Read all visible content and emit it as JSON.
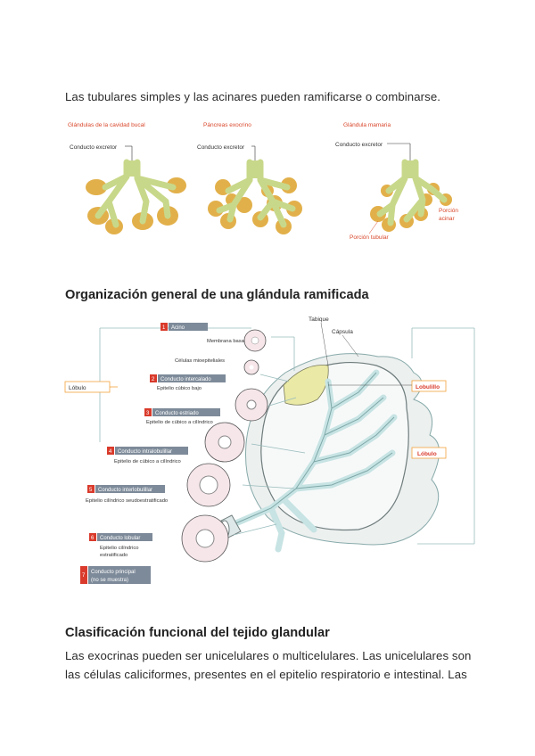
{
  "intro_text": "Las tubulares simples y las acinares pueden ramificarse o combinarse.",
  "figure1": {
    "panels": [
      {
        "title": "Glándulas de la cavidad bucal",
        "duct_label": "Conducto excretor"
      },
      {
        "title": "Páncreas exocrino",
        "duct_label": "Conducto excretor"
      },
      {
        "title": "Glándula mamaria",
        "duct_label": "Conducto excretor",
        "tubular_label": "Porción tubular",
        "acinar_label_1": "Porción",
        "acinar_label_2": "acinar"
      }
    ],
    "colors": {
      "title": "#d9472b",
      "duct": "#c8d88a",
      "acinus": "#e2b04a"
    }
  },
  "section1_heading": "Organización general de una glándula ramificada",
  "figure2": {
    "labels": {
      "tabique": "Tabique",
      "capsula": "Cápsula",
      "lobulo_left": "Lóbulo",
      "lobulillo": "Lobulillo",
      "lobulo_right": "Lóbulo",
      "membrana": "Membrana basal",
      "mioepiteliales": "Células mioepiteliales"
    },
    "items": [
      {
        "num": "1",
        "title": "Acino",
        "sub": ""
      },
      {
        "num": "2",
        "title": "Conducto intercalado",
        "sub": "Epitelio cúbico bajo"
      },
      {
        "num": "3",
        "title": "Conducto estriado",
        "sub": "Epitelio de cúbico a cilíndrico"
      },
      {
        "num": "4",
        "title": "Conducto intralobulillar",
        "sub": "Epitelio de cúbico a cilíndrico"
      },
      {
        "num": "5",
        "title": "Conducto interlobulillar",
        "sub": "Epitelio cilíndrico seudoestratificado"
      },
      {
        "num": "6",
        "title": "Conducto lobular",
        "sub_1": "Epitelio cilíndrico",
        "sub_2": "estratificado"
      },
      {
        "num": "7",
        "title": "Conducto principal",
        "sub": "(no se muestra)"
      }
    ],
    "colors": {
      "badge": "#d93a2b",
      "bar": "#7d8a99",
      "accent": "#f3a23c"
    }
  },
  "section2_heading": "Clasificación funcional del tejido glandular",
  "body_lines": [
    "Las exocrinas pueden ser unicelulares o multicelulares. Las unicelulares son",
    "las células caliciformes, presentes en el epitelio respiratorio e intestinal. Las"
  ]
}
